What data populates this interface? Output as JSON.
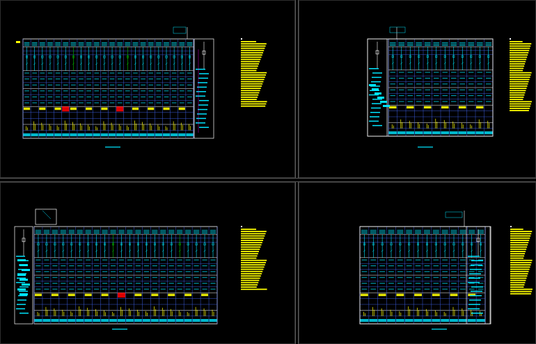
{
  "app": {
    "background": "#000000",
    "palette": {
      "frame": "#ffffff",
      "grid": "#3b5bdb",
      "text_cyan": "#00e5ff",
      "note_yellow": "#ffff00",
      "accent_green": "#00c000",
      "accent_red": "#e00000",
      "accent_magenta": "#ff00ff"
    },
    "viewports": [
      {
        "id": "top-left",
        "name": "viewport-top-left",
        "columns": 22,
        "highlights": [
          6,
          13
        ],
        "red_cells": [
          5,
          12
        ]
      },
      {
        "id": "top-right",
        "name": "viewport-top-right",
        "columns": 12,
        "highlights": [],
        "red_cells": []
      },
      {
        "id": "bottom-left",
        "name": "viewport-bottom-left",
        "columns": 22,
        "highlights": [
          9,
          17
        ],
        "red_cells": [
          10
        ]
      },
      {
        "id": "bottom-right",
        "name": "viewport-bottom-right",
        "columns": 14,
        "highlights": [],
        "red_cells": []
      }
    ]
  }
}
